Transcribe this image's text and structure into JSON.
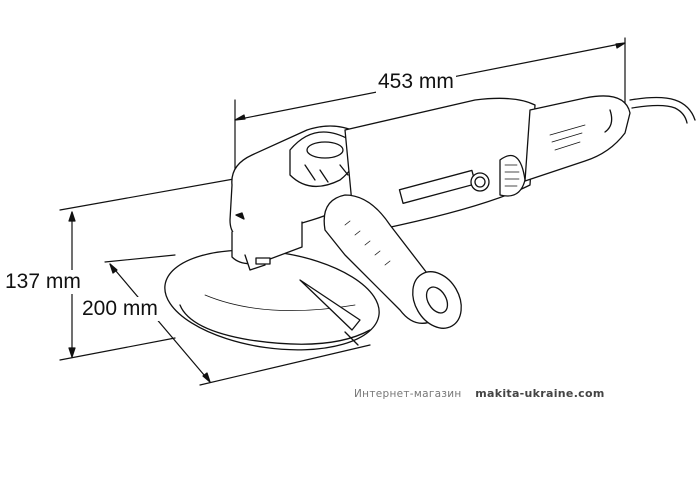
{
  "dimensions": {
    "length": "453 mm",
    "height": "137 mm",
    "disc_diameter": "200 mm"
  },
  "watermark": {
    "label": "Интернет-магазин",
    "site": "makita-ukraine.com"
  },
  "drawing": {
    "subject": "angle-grinder",
    "line_color": "#111111"
  }
}
